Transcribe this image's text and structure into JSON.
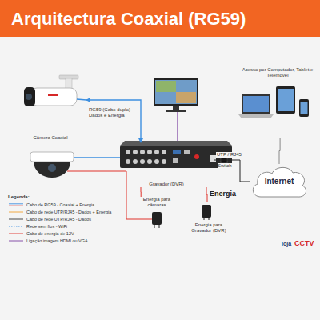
{
  "diagram": {
    "title": "Arquitectura Coaxial (RG59)",
    "nodes": [
      {
        "text": [
          "Câmera Coaxial"
        ]
      },
      {
        "text": [
          "Gravador (DVR)"
        ]
      },
      {
        "text": [
          "Energia para câmaras"
        ]
      },
      {
        "text": [
          "Energia para Gravador (DVR)"
        ]
      },
      {
        "text": [
          "Internet"
        ]
      },
      {
        "text": [
          "Acesso por Computador, Tablet e Telemóvel"
        ]
      }
    ],
    "edges": [
      {
        "from": 0,
        "to": 1,
        "arrow": "both",
        "label": "RG59 (Cabo duplo) Dados e Energia"
      },
      {
        "from": 2,
        "to": 1,
        "arrow": "none"
      },
      {
        "from": 3,
        "to": 1,
        "arrow": "none"
      },
      {
        "from": 1,
        "to": 4,
        "arrow": "none",
        "label": "UTP / RJ45"
      },
      {
        "from": 4,
        "to": 5,
        "arrow": "none"
      }
    ],
    "labels": [
      "Switch",
      "Energia",
      "Legenda:",
      "loja",
      "CCTV"
    ],
    "legend": [
      {
        "text": "Cabo de RG59 - Coaxial + Energia"
      },
      {
        "text": "Cabo de rede UTP/RJ45 - Dados + Energia"
      },
      {
        "text": "Cabo de rede UTP/RJ45 - Dados"
      },
      {
        "text": "Rede sem fios - WiFi"
      },
      {
        "text": "Cabo de energia de 12V"
      },
      {
        "text": "Ligação imagem HDMI ou VGA"
      }
    ]
  }
}
